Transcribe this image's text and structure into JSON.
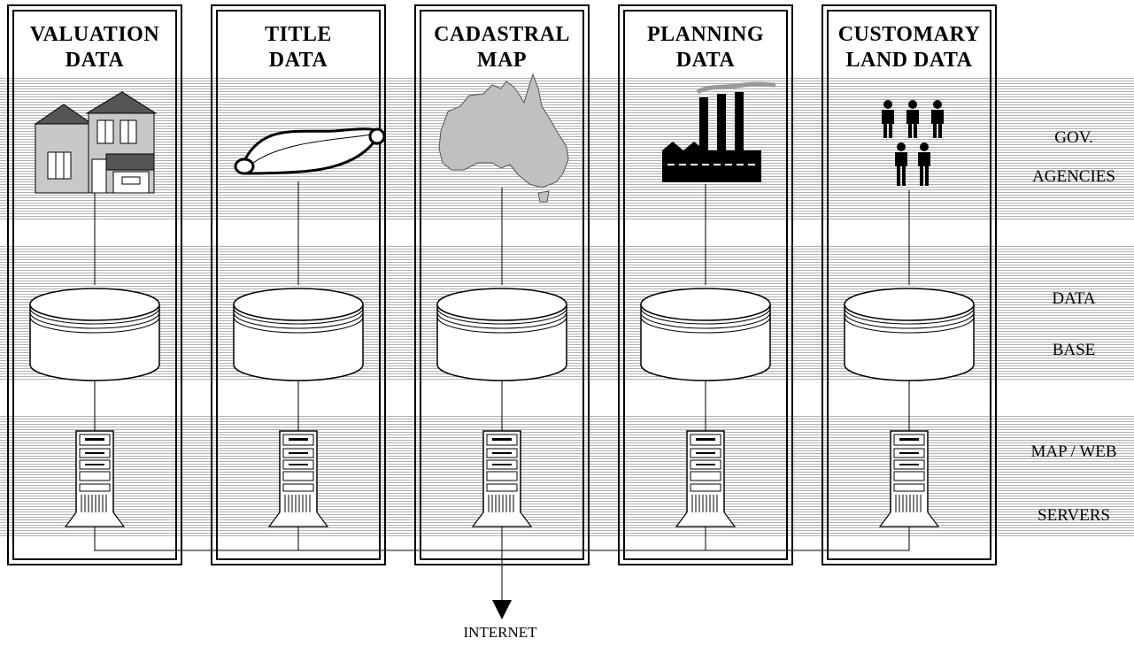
{
  "columns": [
    {
      "title_line1": "VALUATION",
      "title_line2": "DATA",
      "icon": "house-icon"
    },
    {
      "title_line1": "TITLE",
      "title_line2": "DATA",
      "icon": "scroll-icon"
    },
    {
      "title_line1": "CADASTRAL",
      "title_line2": "MAP",
      "icon": "australia-map-icon"
    },
    {
      "title_line1": "PLANNING",
      "title_line2": "DATA",
      "icon": "factory-icon"
    },
    {
      "title_line1": "CUSTOMARY",
      "title_line2": "LAND DATA",
      "icon": "people-group-icon"
    }
  ],
  "tiers": {
    "gov_line1": "GOV.",
    "gov_line2": "AGENCIES",
    "db_line1": "DATA",
    "db_line2": "BASE",
    "srv_line1": "MAP / WEB",
    "srv_line2": "SERVERS"
  },
  "internet_label": "INTERNET"
}
